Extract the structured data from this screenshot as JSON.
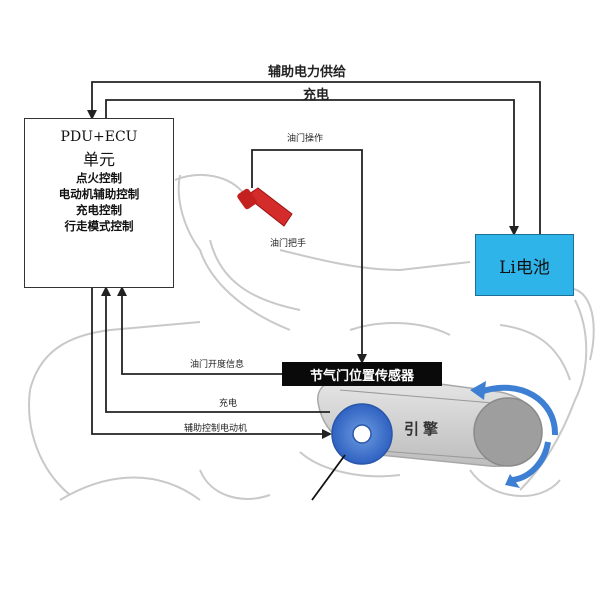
{
  "top_labels": {
    "aux_supply": "辅助电力供给",
    "charge_top": "充电"
  },
  "ecu": {
    "title": "PDU+ECU",
    "subtitle": "单元",
    "functions": [
      "点火控制",
      "电动机辅助控制",
      "充电控制",
      "行走模式控制"
    ]
  },
  "throttle": {
    "operation": "油门操作",
    "grip": "油门把手"
  },
  "battery": {
    "label": "Li电池",
    "color": "#2fb4ea"
  },
  "sensor": {
    "label": "节气门位置传感器"
  },
  "engine": {
    "label": "引擎"
  },
  "signals": {
    "throttle_opening": "油门开度信息",
    "charge": "充电",
    "motor_control": "辅助控制电动机"
  }
}
